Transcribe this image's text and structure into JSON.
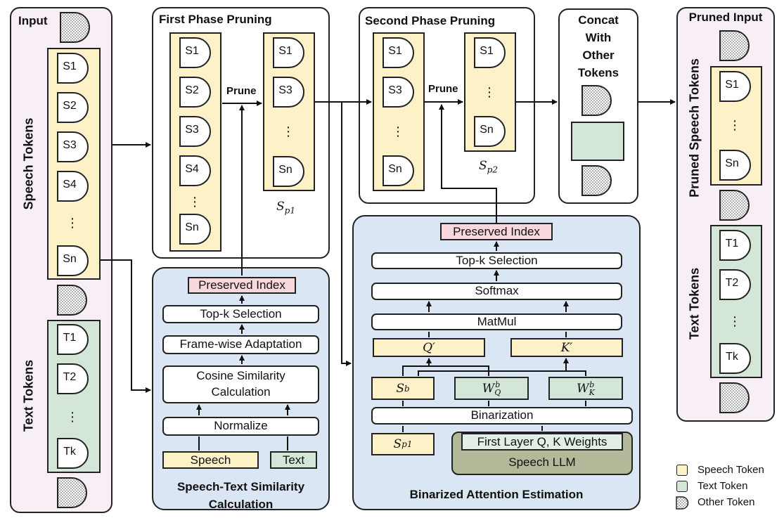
{
  "input_panel": {
    "title": "Input",
    "speech_label": "Speech Tokens",
    "text_label": "Text Tokens",
    "speech_tokens": [
      "S1",
      "S2",
      "S3",
      "S4",
      "⋮",
      "Sn"
    ],
    "text_tokens": [
      "T1",
      "T2",
      "⋮",
      "Tk"
    ]
  },
  "first_phase": {
    "title": "First Phase Pruning",
    "left_tokens": [
      "S1",
      "S2",
      "S3",
      "S4",
      "⋮",
      "Sn"
    ],
    "right_tokens": [
      "S1",
      "S3",
      "⋮",
      "Sn"
    ],
    "prune_label": "Prune",
    "set_label": "S",
    "set_sub": "p1"
  },
  "second_phase": {
    "title": "Second Phase Pruning",
    "left_tokens": [
      "S1",
      "S3",
      "⋮",
      "Sn"
    ],
    "right_tokens": [
      "S1",
      "⋮",
      "Sn"
    ],
    "prune_label": "Prune",
    "set_label": "S",
    "set_sub": "p2"
  },
  "concat": {
    "lines": [
      "Concat",
      "With",
      "Other",
      "Tokens"
    ]
  },
  "pruned_input": {
    "title": "Pruned Input",
    "speech_label": "Pruned Speech Tokens",
    "text_label": "Text Tokens",
    "speech_tokens": [
      "S1",
      "⋮",
      "Sn"
    ],
    "text_tokens": [
      "T1",
      "T2",
      "⋮",
      "Tk"
    ]
  },
  "similarity_module": {
    "preserved": "Preserved Index",
    "topk": "Top-k Selection",
    "framewise": "Frame-wise Adaptation",
    "cosine": "Cosine Similarity Calculation",
    "normalize": "Normalize",
    "speech": "Speech",
    "text": "Text",
    "title": "Speech-Text Similarity Calculation"
  },
  "attention_module": {
    "preserved": "Preserved Index",
    "topk": "Top-k Selection",
    "softmax": "Softmax",
    "matmul": "MatMul",
    "q_prime": "Q′",
    "k_prime": "K′",
    "sb": "S",
    "sb_sup": "b",
    "wq": "W",
    "wq_sup": "b",
    "wq_sub": "Q",
    "wk": "W",
    "wk_sup": "b",
    "wk_sub": "K",
    "binarization": "Binarization",
    "sp1": "S",
    "sp1_sub": "p1",
    "first_layer": "First Layer Q, K Weights",
    "speech_llm": "Speech LLM",
    "title": "Binarized Attention Estimation"
  },
  "legend": [
    {
      "label": "Speech Token",
      "color": "#fdf1c7"
    },
    {
      "label": "Text Token",
      "color": "#d3e6d8"
    },
    {
      "label": "Other Token",
      "color": "#ffffff"
    }
  ]
}
